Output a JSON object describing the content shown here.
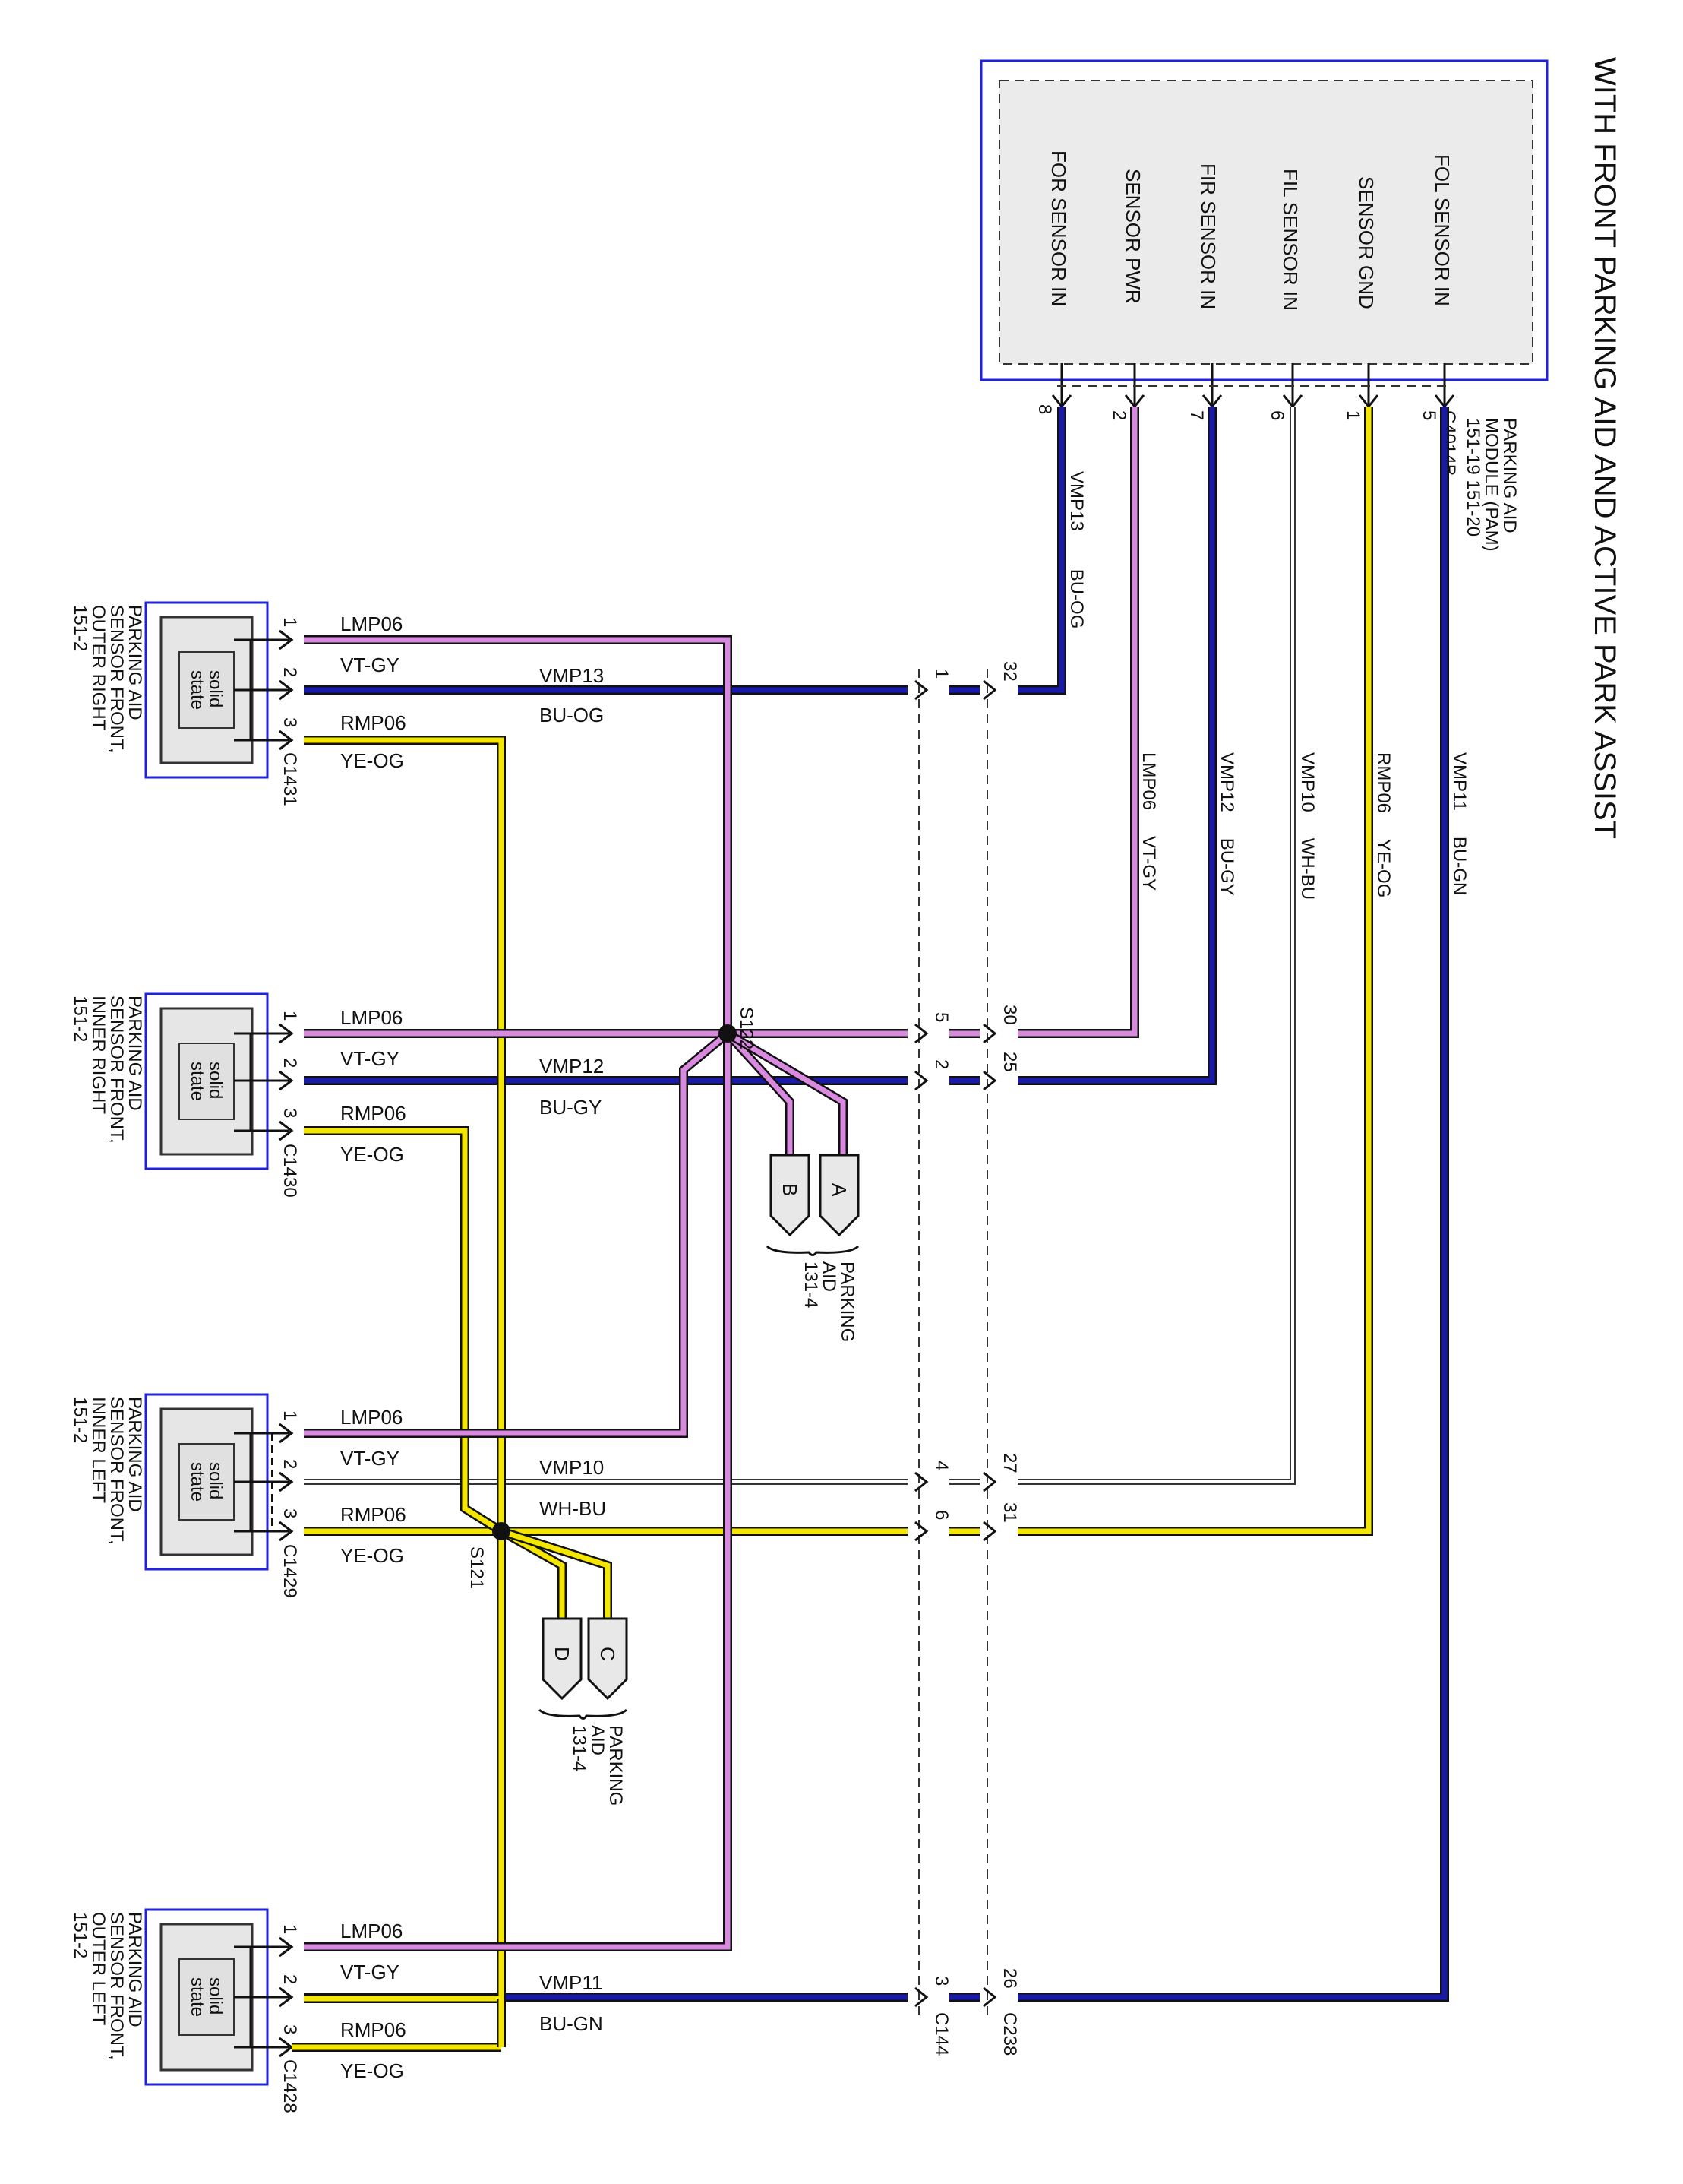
{
  "title": "WITH FRONT PARKING AID AND ACTIVE PARK ASSIST",
  "module": {
    "name_lines": [
      "PARKING AID",
      "MODULE (PAM)",
      "151-19   151-20"
    ],
    "connector": "C4014B",
    "pins": [
      {
        "label": "FOR SENSOR IN",
        "pin": "8"
      },
      {
        "label": "SENSOR PWR",
        "pin": "2"
      },
      {
        "label": "FIR SENSOR IN",
        "pin": "7"
      },
      {
        "label": "FIL SENSOR IN",
        "pin": "6"
      },
      {
        "label": "SENSOR GND",
        "pin": "1"
      },
      {
        "label": "FOL SENSOR IN",
        "pin": "5"
      }
    ]
  },
  "vertical_wires": [
    {
      "circuit": "VMP13",
      "color": "BU-OG"
    },
    {
      "circuit": "LMP06",
      "color": "VT-GY"
    },
    {
      "circuit": "VMP12",
      "color": "BU-GY"
    },
    {
      "circuit": "VMP10",
      "color": "WH-BU"
    },
    {
      "circuit": "RMP06",
      "color": "YE-OG"
    },
    {
      "circuit": "VMP11",
      "color": "BU-GN"
    }
  ],
  "sensors": [
    {
      "name_lines": [
        "PARKING AID",
        "SENSOR FRONT,",
        "OUTER RIGHT",
        "151-2"
      ],
      "connector": "C1431",
      "ss_lines": [
        "solid",
        "state"
      ],
      "w1": {
        "circuit": "LMP06",
        "color": "VT-GY"
      },
      "w2": {
        "circuit": "VMP13",
        "color": "BU-OG"
      },
      "w3": {
        "circuit": "RMP06",
        "color": "YE-OG"
      },
      "c144_pin": "1",
      "c238_pin": "32"
    },
    {
      "name_lines": [
        "PARKING AID",
        "SENSOR FRONT,",
        "INNER RIGHT",
        "151-2"
      ],
      "connector": "C1430",
      "ss_lines": [
        "solid",
        "state"
      ],
      "w1": {
        "circuit": "LMP06",
        "color": "VT-GY"
      },
      "w2": {
        "circuit": "VMP12",
        "color": "BU-GY"
      },
      "w3": {
        "circuit": "RMP06",
        "color": "YE-OG"
      },
      "c144_pin_a": "5",
      "c238_pin_a": "30",
      "c144_pin": "2",
      "c238_pin": "25"
    },
    {
      "name_lines": [
        "PARKING AID",
        "SENSOR FRONT,",
        "INNER LEFT",
        "151-2"
      ],
      "connector": "C1429",
      "ss_lines": [
        "solid",
        "state"
      ],
      "w1": {
        "circuit": "LMP06",
        "color": "VT-GY"
      },
      "w2": {
        "circuit": "VMP10",
        "color": "WH-BU"
      },
      "w3": {
        "circuit": "RMP06",
        "color": "YE-OG"
      },
      "c144_pin": "4",
      "c238_pin": "27",
      "c144_pin_b": "6",
      "c238_pin_b": "31"
    },
    {
      "name_lines": [
        "PARKING AID",
        "SENSOR FRONT,",
        "OUTER LEFT",
        "151-2"
      ],
      "connector": "C1428",
      "ss_lines": [
        "solid",
        "state"
      ],
      "w1": {
        "circuit": "LMP06",
        "color": "VT-GY"
      },
      "w2": {
        "circuit": "VMP11",
        "color": "BU-GN"
      },
      "w3": {
        "circuit": "RMP06",
        "color": "YE-OG"
      },
      "c144_pin": "3",
      "c238_pin": "26"
    }
  ],
  "pin_numbers": [
    "1",
    "2",
    "3"
  ],
  "inline_connectors": [
    "C144",
    "C238"
  ],
  "splices": [
    "S122",
    "S121"
  ],
  "references": [
    {
      "flags": [
        "A",
        "B"
      ],
      "text_lines": [
        "PARKING",
        "AID",
        "131-4"
      ]
    },
    {
      "flags": [
        "C",
        "D"
      ],
      "text_lines": [
        "PARKING",
        "AID",
        "131-4"
      ]
    }
  ],
  "colors": {
    "violet_gray": "#d98ae0",
    "blue": "#1a1aaa",
    "yellow": "#f5e600",
    "white_blue": "#8888cc",
    "outline_blue": "#2222dd"
  }
}
